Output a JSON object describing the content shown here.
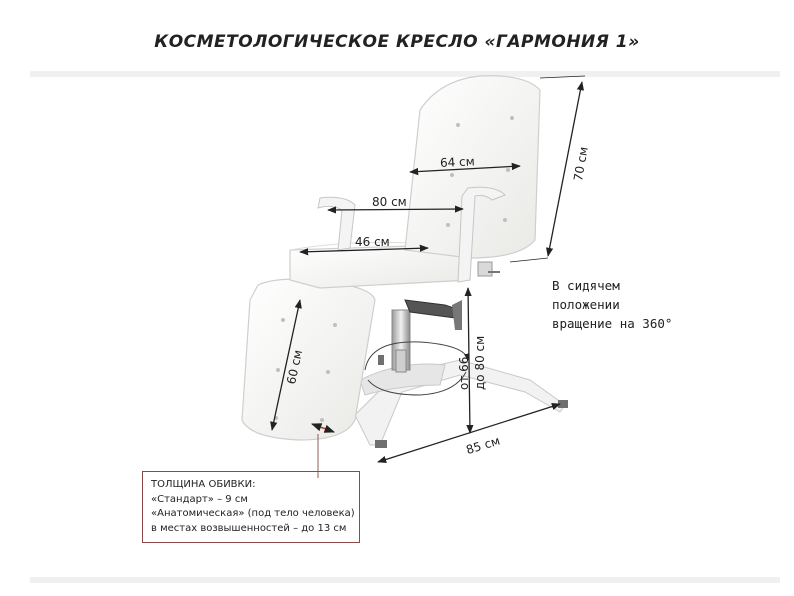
{
  "title": "КОСМЕТОЛОГИЧЕСКОЕ КРЕСЛО «ГАРМОНИЯ 1»",
  "dimensions": {
    "backrest_width": "64 см",
    "armrest_width": "80 см",
    "seat_width": "46 см",
    "backrest_height": "70 см",
    "leg_section_length": "60 см",
    "base_length": "85 см",
    "seat_height_from": "от 66",
    "seat_height_to": "до 80 см"
  },
  "rotation_note": [
    "В сидячем",
    "положении",
    "вращение на 360°"
  ],
  "upholstery": {
    "heading": "ТОЛЩИНА ОБИВКИ:",
    "lines": [
      "«Стандарт» – 9 см",
      "«Анатомическая» (под тело человека)",
      "в местах возвышенностей – до 13 см"
    ]
  },
  "colors": {
    "dimension_line": "#222222",
    "upholstery_accent": "#c0392b",
    "chair_fill": "#f7f7f5",
    "chair_outline": "#cfcfcf"
  }
}
